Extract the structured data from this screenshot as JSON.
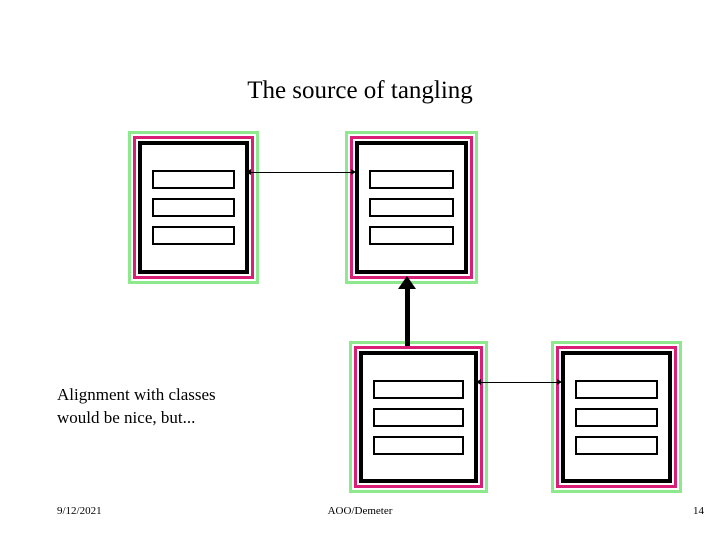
{
  "slide": {
    "title": "The source of tangling",
    "caption_lines": [
      "Alignment with classes",
      "would be nice, but..."
    ],
    "background_color": "#ffffff"
  },
  "palette": {
    "outer_border_green": "#8ee98e",
    "inner_border_pink": "#d81e77",
    "frame_black": "#000000",
    "text_black": "#000000",
    "page_white": "#ffffff"
  },
  "diagram": {
    "nodes": [
      {
        "id": "node-top-left",
        "bars": 3,
        "position": "top-left"
      },
      {
        "id": "node-top-right",
        "bars": 3,
        "position": "top-center-right"
      },
      {
        "id": "node-bottom-left",
        "bars": 3,
        "position": "bottom-center"
      },
      {
        "id": "node-bottom-right",
        "bars": 3,
        "position": "bottom-right"
      }
    ],
    "connectors": [
      {
        "id": "connector-top",
        "style": "thin-line",
        "from": "node-top-left",
        "to": "node-top-right"
      },
      {
        "id": "connector-vertical",
        "style": "thick-arrow",
        "from": "node-bottom-left",
        "to": "node-top-right"
      },
      {
        "id": "connector-bottom",
        "style": "thin-line",
        "from": "node-bottom-left",
        "to": "node-bottom-right"
      }
    ]
  },
  "footer": {
    "date": "9/12/2021",
    "center": "AOO/Demeter",
    "page_number": "14"
  }
}
